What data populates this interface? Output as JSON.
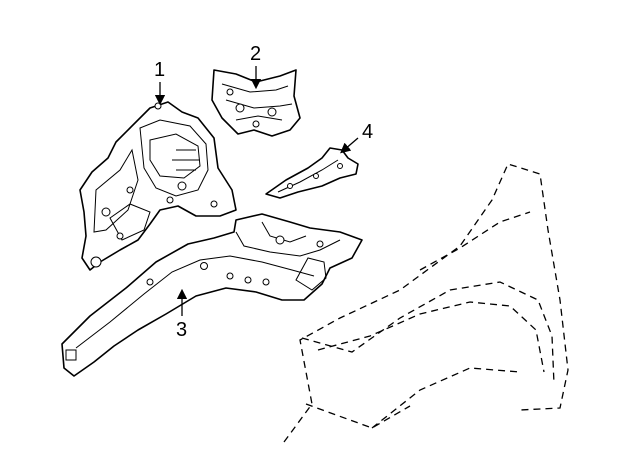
{
  "callouts": [
    {
      "id": "1",
      "label": "1"
    },
    {
      "id": "2",
      "label": "2"
    },
    {
      "id": "3",
      "label": "3"
    },
    {
      "id": "4",
      "label": "4"
    }
  ],
  "parts": {
    "part_1": "apron-upper-panel",
    "part_2": "apron-reinforcement",
    "part_3": "frame-rail",
    "part_4": "bracket",
    "fender": "fender-dashed-outline"
  }
}
